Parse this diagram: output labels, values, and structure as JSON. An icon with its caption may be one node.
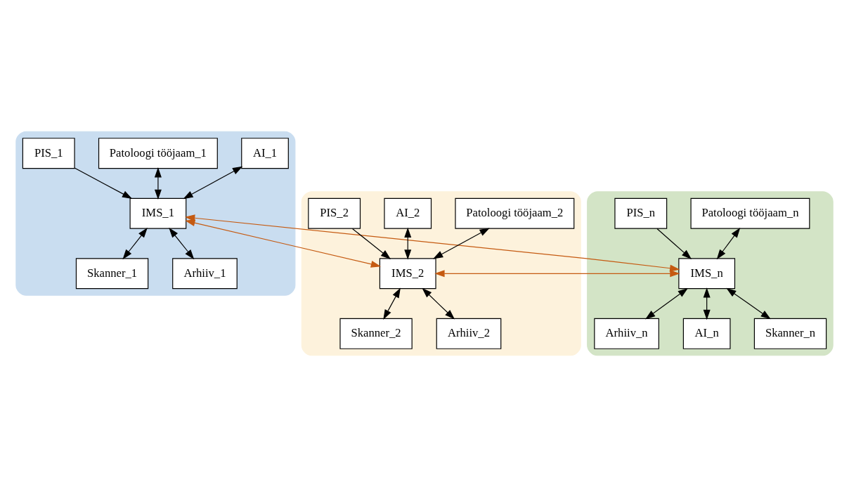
{
  "diagram": {
    "nodes": [
      {
        "text": [],
        "shape": "box"
      },
      {
        "text": [
          "AI_1"
        ],
        "in": 0
      },
      {
        "text": [
          "Patoloogi tööjaam_1"
        ],
        "in": 0
      },
      {
        "text": [
          "PIS_1"
        ],
        "in": 0
      },
      {
        "text": [
          "IMS_1"
        ],
        "in": 0
      },
      {
        "text": [
          "Skanner_1"
        ],
        "in": 0
      },
      {
        "text": [
          "Arhiiv_1"
        ],
        "in": 0
      },
      {
        "text": [],
        "shape": "box"
      },
      {
        "text": [
          "Patoloogi tööjaam_2"
        ],
        "in": 7
      },
      {
        "text": [
          "AI_2"
        ],
        "in": 7
      },
      {
        "text": [
          "PIS_2"
        ],
        "in": 7
      },
      {
        "text": [
          "IMS_2"
        ],
        "in": 7
      },
      {
        "text": [
          "Skanner_2"
        ],
        "in": 7
      },
      {
        "text": [
          "Arhiiv_2"
        ],
        "in": 7
      },
      {
        "text": [],
        "shape": "box"
      },
      {
        "text": [
          "Patoloogi tööjaam_n"
        ],
        "in": 14
      },
      {
        "text": [
          "PIS_n"
        ],
        "in": 14
      },
      {
        "text": [
          "IMS_n"
        ],
        "in": 14
      },
      {
        "text": [
          "Skanner_n"
        ],
        "in": 14
      },
      {
        "text": [
          "Arhiiv_n"
        ],
        "in": 14
      },
      {
        "text": [
          "AI_n"
        ],
        "in": 14
      }
    ],
    "edges": [
      {
        "from": 1,
        "to": 4,
        "arrow": "both"
      },
      {
        "from": 2,
        "to": 4,
        "arrow": "both"
      },
      {
        "from": 3,
        "to": 4,
        "arrow": "to"
      },
      {
        "from": 4,
        "to": 5,
        "arrow": "both"
      },
      {
        "from": 4,
        "to": 6,
        "arrow": "both"
      },
      {
        "from": 4,
        "to": 11,
        "arrow": "both",
        "color": "#c55a11"
      },
      {
        "from": 8,
        "to": 11,
        "arrow": "both"
      },
      {
        "from": 9,
        "to": 11,
        "arrow": "both"
      },
      {
        "from": 10,
        "to": 11,
        "arrow": "to"
      },
      {
        "from": 11,
        "to": 12,
        "arrow": "both"
      },
      {
        "from": 11,
        "to": 13,
        "arrow": "both"
      },
      {
        "from": 4,
        "to": 17,
        "arrow": "both",
        "color": "#c55a11"
      },
      {
        "from": 11,
        "to": 17,
        "arrow": "both",
        "color": "#c55a11"
      },
      {
        "from": 15,
        "to": 17,
        "arrow": "both"
      },
      {
        "from": 16,
        "to": 17,
        "arrow": "to"
      },
      {
        "from": 17,
        "to": 18,
        "arrow": "both"
      },
      {
        "from": 17,
        "to": 19,
        "arrow": "both"
      },
      {
        "from": 17,
        "to": 20,
        "arrow": "both"
      }
    ]
  }
}
